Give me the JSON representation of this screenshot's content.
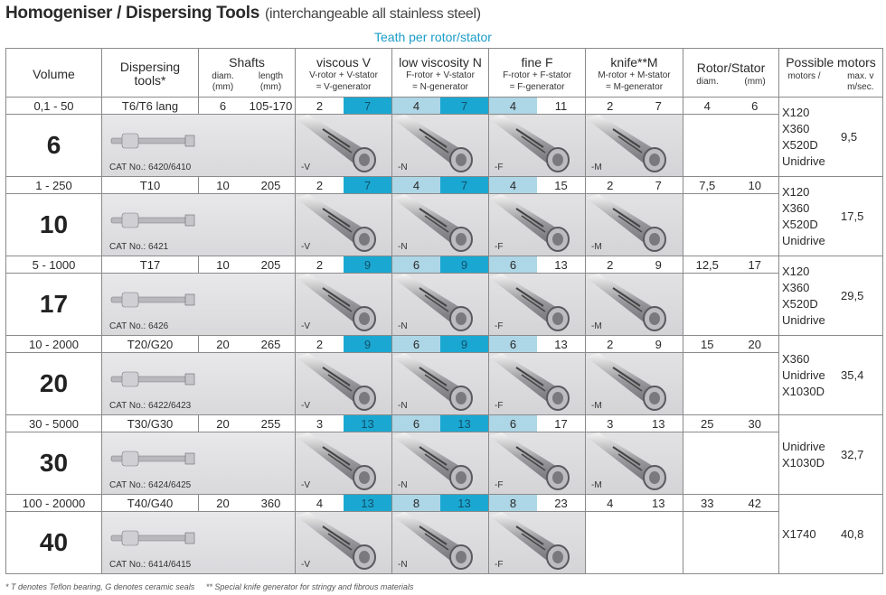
{
  "title": "Homogeniser / Dispersing Tools",
  "subtitle": "(interchangeable all stainless steel)",
  "teeth_caption": "Teath per rotor/stator",
  "header": {
    "volume": "Volume",
    "dispersing": "Dispersing tools*",
    "shafts": "Shafts",
    "shafts_diam": "diam. (mm)",
    "shafts_length": "length (mm)",
    "viscous": "viscous V",
    "viscous_sub1": "V-rotor + V-stator",
    "viscous_sub2": "= V-generator",
    "lowvisc": "low viscosity N",
    "lowvisc_sub1": "F-rotor + V-stator",
    "lowvisc_sub2": "= N-generator",
    "fine": "fine F",
    "fine_sub1": "F-rotor + F-stator",
    "fine_sub2": "= F-generator",
    "knife": "knife**M",
    "knife_sub1": "M-rotor + M-stator",
    "knife_sub2": "= M-generator",
    "rotor": "Rotor/Stator",
    "rotor_diam": "diam.",
    "rotor_mm": "(mm)",
    "motors": "Possible motors",
    "motors_sub": "motors   /",
    "motors_speed": "max. v m/sec."
  },
  "colors": {
    "cyan": "#1aa8d2",
    "light_blue": "#add6e6",
    "caption": "#1a9cc8"
  },
  "rows": [
    {
      "volume": "0,1 - 50",
      "size": "6",
      "tool": "T6/T6 lang",
      "diam": "6",
      "length": "105-170",
      "v": [
        "2",
        "7"
      ],
      "n": [
        "4",
        "7"
      ],
      "f": [
        "4",
        "11"
      ],
      "m": [
        "2",
        "7"
      ],
      "rs": [
        "4",
        "6"
      ],
      "cat": "CAT No.: 6420/6410",
      "motors": [
        "X120",
        "X360",
        "X520D",
        "Unidrive"
      ],
      "speed": "9,5",
      "labels": [
        "-V",
        "-N",
        "-F",
        "-M"
      ]
    },
    {
      "volume": "1 - 250",
      "size": "10",
      "tool": "T10",
      "diam": "10",
      "length": "205",
      "v": [
        "2",
        "7"
      ],
      "n": [
        "4",
        "7"
      ],
      "f": [
        "4",
        "15"
      ],
      "m": [
        "2",
        "7"
      ],
      "rs": [
        "7,5",
        "10"
      ],
      "cat": "CAT No.: 6421",
      "motors": [
        "X120",
        "X360",
        "X520D",
        "Unidrive"
      ],
      "speed": "17,5",
      "labels": [
        "-V",
        "-N",
        "-F",
        "-M"
      ]
    },
    {
      "volume": "5 - 1000",
      "size": "17",
      "tool": "T17",
      "diam": "10",
      "length": "205",
      "v": [
        "2",
        "9"
      ],
      "n": [
        "6",
        "9"
      ],
      "f": [
        "6",
        "13"
      ],
      "m": [
        "2",
        "9"
      ],
      "rs": [
        "12,5",
        "17"
      ],
      "cat": "CAT No.: 6426",
      "motors": [
        "X120",
        "X360",
        "X520D",
        "Unidrive"
      ],
      "speed": "29,5",
      "labels": [
        "-V",
        "-N",
        "-F",
        "-M"
      ]
    },
    {
      "volume": "10 - 2000",
      "size": "20",
      "tool": "T20/G20",
      "diam": "20",
      "length": "265",
      "v": [
        "2",
        "9"
      ],
      "n": [
        "6",
        "9"
      ],
      "f": [
        "6",
        "13"
      ],
      "m": [
        "2",
        "9"
      ],
      "rs": [
        "15",
        "20"
      ],
      "cat": "CAT No.: 6422/6423",
      "motors": [
        "X360",
        "Unidrive",
        "X1030D"
      ],
      "speed": "35,4",
      "labels": [
        "-V",
        "-N",
        "-F",
        "-M"
      ]
    },
    {
      "volume": "30 - 5000",
      "size": "30",
      "tool": "T30/G30",
      "diam": "20",
      "length": "255",
      "v": [
        "3",
        "13"
      ],
      "n": [
        "6",
        "13"
      ],
      "f": [
        "6",
        "17"
      ],
      "m": [
        "3",
        "13"
      ],
      "rs": [
        "25",
        "30"
      ],
      "cat": "CAT No.: 6424/6425",
      "motors": [
        "Unidrive",
        "X1030D"
      ],
      "speed": "32,7",
      "labels": [
        "-V",
        "-N",
        "-F",
        "-M"
      ]
    },
    {
      "volume": "100 - 20000",
      "size": "40",
      "tool": "T40/G40",
      "diam": "20",
      "length": "360",
      "v": [
        "4",
        "13"
      ],
      "n": [
        "8",
        "13"
      ],
      "f": [
        "8",
        "23"
      ],
      "m": [
        "4",
        "13"
      ],
      "rs": [
        "33",
        "42"
      ],
      "cat": "CAT No.: 6414/6415",
      "motors": [
        "X1740"
      ],
      "speed": "40,8",
      "labels": [
        "-V",
        "-N",
        "-F",
        ""
      ]
    }
  ],
  "footer": {
    "note1": "* T denotes Teflon bearing, G denotes ceramic seals",
    "note2": "** Special knife generator for stringy and fibrous materials"
  }
}
